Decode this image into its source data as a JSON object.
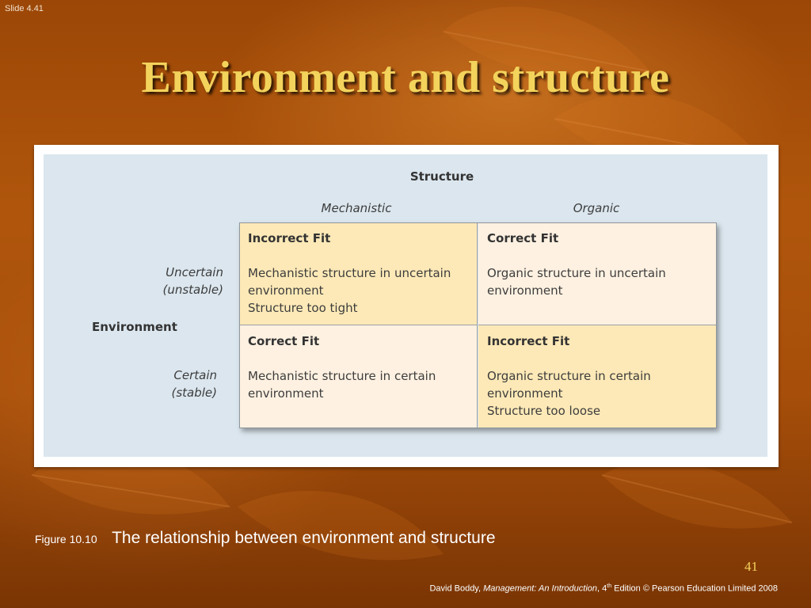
{
  "slide": {
    "label": "Slide 4.41",
    "title": "Environment and structure",
    "page_number": "41"
  },
  "diagram": {
    "structure_title": "Structure",
    "columns": [
      "Mechanistic",
      "Organic"
    ],
    "environment_title": "Environment",
    "rows": [
      "Uncertain",
      "(unstable)",
      "Certain",
      "(stable)"
    ],
    "cells": [
      {
        "heading": "Incorrect Fit",
        "lines": [
          "Mechanistic structure in uncertain",
          "environment",
          "Structure too tight"
        ]
      },
      {
        "heading": "Correct Fit",
        "lines": [
          "Organic structure in uncertain",
          "environment"
        ]
      },
      {
        "heading": "Correct Fit",
        "lines": [
          "Mechanistic structure in certain",
          "environment"
        ]
      },
      {
        "heading": "Incorrect Fit",
        "lines": [
          "Organic structure in certain",
          "environment",
          "Structure too loose"
        ]
      }
    ]
  },
  "caption": {
    "figure_label": "Figure 10.10",
    "text": "The relationship between environment and structure"
  },
  "footer": {
    "author": "David Boddy, ",
    "book": "Management: An Introduction",
    "edition_prefix": ", 4",
    "edition_sup": "th",
    "rest": " Edition © Pearson Education Limited 2008"
  },
  "colors": {
    "background": "#a64e0a",
    "title": "#f3d35b",
    "panel": "#dbe6ee",
    "cell_dark": "#fde9b7",
    "cell_light": "#fef1e1"
  }
}
